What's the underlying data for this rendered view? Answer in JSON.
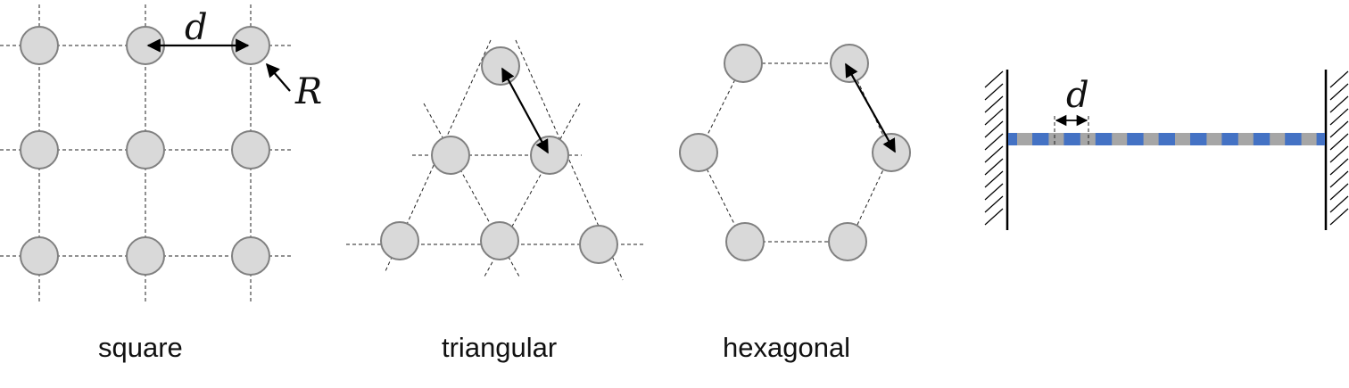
{
  "labels": {
    "square": "square",
    "triangular": "triangular",
    "hexagonal": "hexagonal",
    "spacing_symbol": "d",
    "radius_symbol": "R",
    "chain_spacing_symbol": "d"
  },
  "colors": {
    "pillar_fill": "#d9d9d9",
    "pillar_stroke": "#808080",
    "chain_blue": "#4472c4",
    "chain_gray": "#a6a6a6"
  }
}
